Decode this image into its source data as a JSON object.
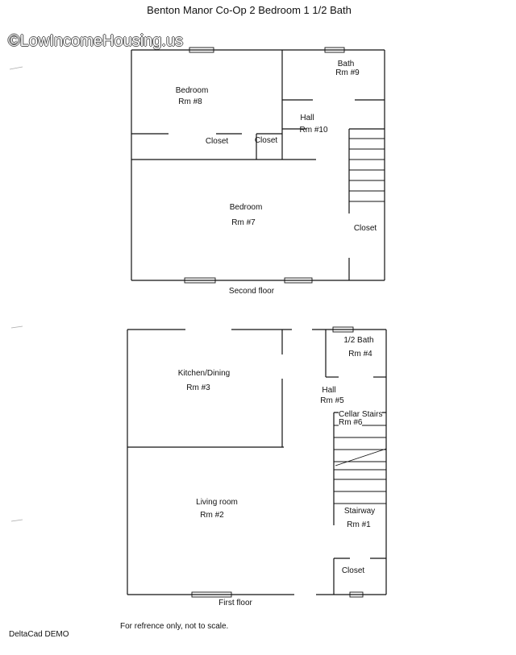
{
  "title": "Benton Manor Co-Op 2 Bedroom 1 1/2 Bath",
  "watermark": "©LowIncomeHousing.us",
  "second_floor": {
    "caption": "Second floor",
    "rooms": {
      "bath": [
        "Bath",
        "Rm #9"
      ],
      "bedroom8": [
        "Bedroom",
        "Rm #8"
      ],
      "hall": [
        "Hall",
        "Rm #10"
      ],
      "closet_a": "Closet",
      "closet_b": "Closet",
      "bedroom7": [
        "Bedroom",
        "Rm #7"
      ],
      "closet_c": "Closet"
    }
  },
  "first_floor": {
    "caption": "First floor",
    "rooms": {
      "half_bath": [
        "1/2 Bath",
        "Rm #4"
      ],
      "kitchen": [
        "Kitchen/Dining",
        "Rm #3"
      ],
      "hall": [
        "Hall",
        "Rm #5"
      ],
      "cellar": [
        "Cellar Stairs",
        "Rm #6"
      ],
      "living": [
        "Living room",
        "Rm #2"
      ],
      "stairway": [
        "Stairway",
        "Rm #1"
      ],
      "closet": "Closet"
    }
  },
  "footer_note": "For refrence only, not to scale.",
  "software_tag": "DeltaCad DEMO"
}
